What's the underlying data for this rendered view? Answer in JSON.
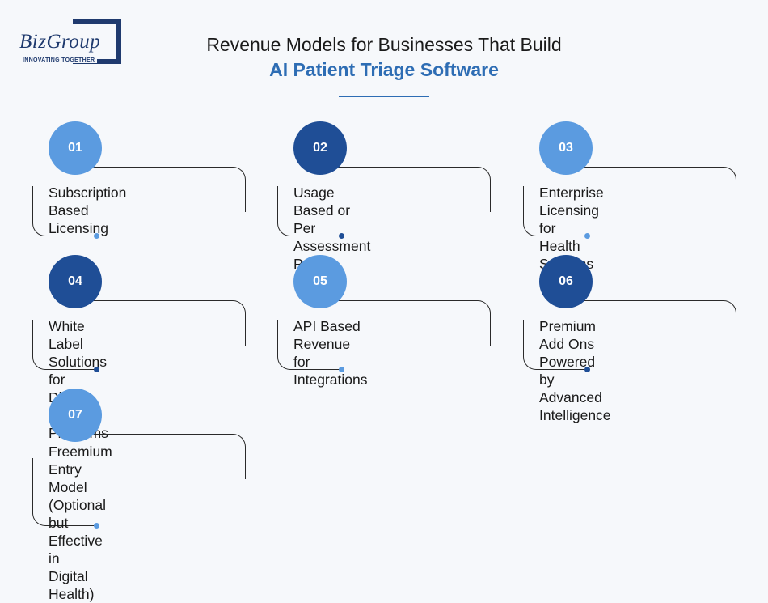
{
  "logo": {
    "name": "BizGroup",
    "tagline": "INNOVATING TOGETHER"
  },
  "title": "Revenue Models for Businesses That Build",
  "subtitle": "AI Patient Triage Software",
  "colors": {
    "light": "#5b9be0",
    "dark": "#1f4e96",
    "accent": "#2e6db4"
  },
  "models": [
    {
      "number": "01",
      "line1": "Subscription",
      "line2": "Based Licensing",
      "line3": "",
      "tone": "light"
    },
    {
      "number": "02",
      "line1": "Usage Based or",
      "line2": "Per Assessment Pricing",
      "line3": "",
      "tone": "dark"
    },
    {
      "number": "03",
      "line1": "Enterprise Licensing for",
      "line2": "Health Systems",
      "line3": "",
      "tone": "light"
    },
    {
      "number": "04",
      "line1": "White Label Solutions for",
      "line2": "Digital Health Platforms",
      "line3": "",
      "tone": "dark"
    },
    {
      "number": "05",
      "line1": "API Based Revenue",
      "line2": "for Integrations",
      "line3": "",
      "tone": "light"
    },
    {
      "number": "06",
      "line1": "Premium Add Ons Powered",
      "line2": "by Advanced Intelligence",
      "line3": "",
      "tone": "dark"
    },
    {
      "number": "07",
      "line1": "Freemium Entry Model",
      "line2": "(Optional but Effective in",
      "line3": "Digital Health)",
      "tone": "light"
    }
  ]
}
